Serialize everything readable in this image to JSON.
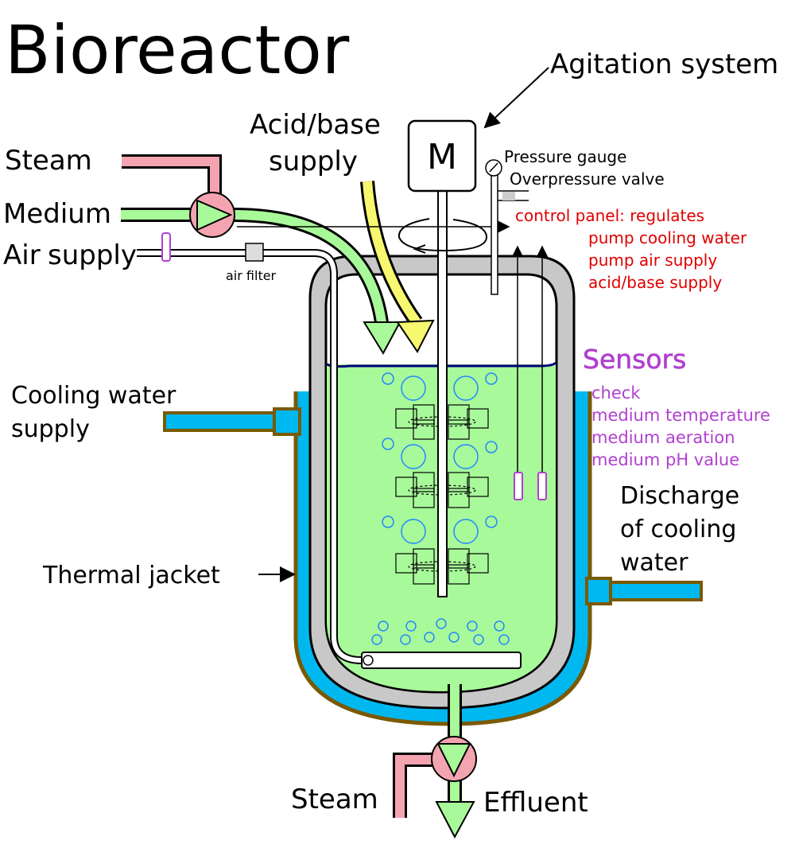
{
  "title": "Bioreactor",
  "labels": {
    "steam_top": "Steam",
    "medium": "Medium",
    "air_supply_1": "Air",
    "air_supply_2": "supply",
    "air_filter": "air filter",
    "acid_base_1": "Acid/base",
    "acid_base_2": "supply",
    "motor": "M",
    "agitation": "Agitation system",
    "pressure_gauge": "Pressure gauge",
    "overpressure_valve": "Overpressure valve",
    "cooling_supply_1": "Cooling water",
    "cooling_supply_2": "supply",
    "thermal_jacket": "Thermal jacket",
    "discharge_1": "Discharge",
    "discharge_2": "of cooling",
    "discharge_3": "water",
    "steam_bottom": "Steam",
    "effluent": "Effluent"
  },
  "control_panel": {
    "lines": [
      "control panel: regulates",
      "pump cooling water",
      "pump air supply",
      "acid/base supply"
    ]
  },
  "sensors": {
    "heading": "Sensors",
    "lines": [
      "check",
      "medium temperature",
      "medium aeration",
      "medium pH value"
    ]
  },
  "colors": {
    "steam_pipe": "#f4a4b0",
    "medium_green": "#a8f99a",
    "acid_yellow": "#f8f870",
    "cooling_blue": "#00b8f0",
    "jacket_brown": "#7a5a00",
    "vessel_gray": "#c8c8c8",
    "control_red": "#e00000",
    "sensor_purple": "#b040d0",
    "liquid_line": "#000080"
  }
}
